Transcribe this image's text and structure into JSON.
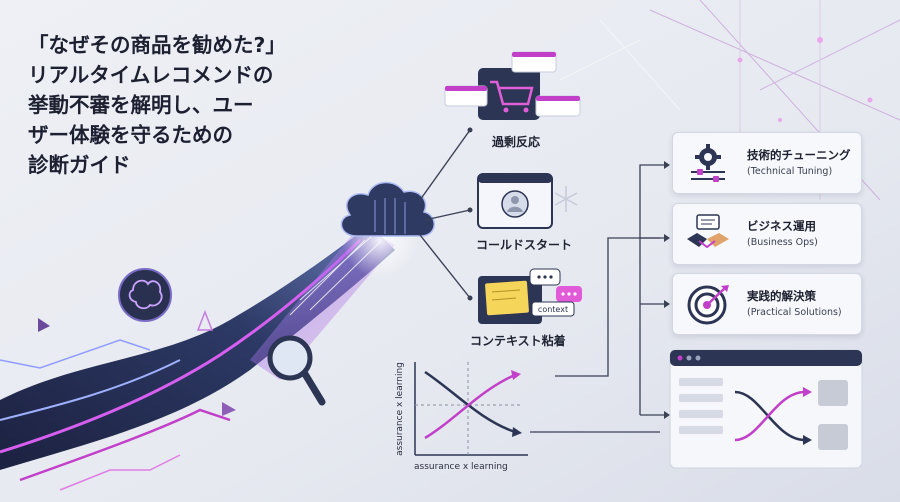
{
  "title": {
    "lines": [
      "「なぜその商品を勧めた?」",
      "リアルタイムレコメンドの",
      "挙動不審を解明し、ユー",
      "ザー体験を守るための",
      "診断ガイド"
    ]
  },
  "causes": [
    {
      "label": "過剰反応",
      "icon": "shopping-cart-icon"
    },
    {
      "label": "コールドスタート",
      "icon": "user-profile-icon"
    },
    {
      "label": "コンテキスト粘着",
      "icon": "sticky-note-icon"
    }
  ],
  "context_tag": "context",
  "solutions": [
    {
      "title": "技術的チューニング",
      "subtitle": "(Technical Tuning)",
      "icon": "gear-sliders-icon"
    },
    {
      "title": "ビジネス運用",
      "subtitle": "(Business Ops)",
      "icon": "handshake-icon"
    },
    {
      "title": "実践的解決策",
      "subtitle": "(Practical Solutions)",
      "icon": "target-icon"
    }
  ],
  "graph": {
    "xlabel": "assurance x learning",
    "ylabel": "assurance x learning"
  },
  "colors": {
    "accent_magenta": "#c13fc9",
    "navy": "#2c3554",
    "background": "#e9ebf1"
  }
}
